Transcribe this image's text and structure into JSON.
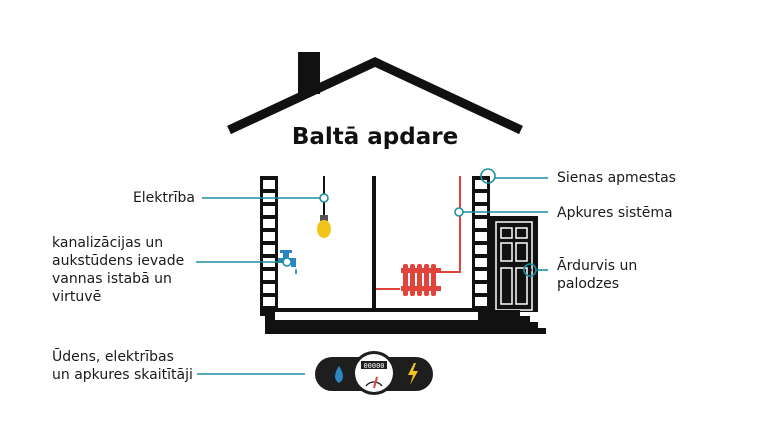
{
  "title": "Baltā apdare",
  "labels": {
    "electricity": [
      "Elektrība"
    ],
    "sewage": [
      "kanalizācijas un",
      "aukstūdens ievade",
      "vannas istabā un",
      "virtuvē"
    ],
    "walls": [
      "Sienas apmestas"
    ],
    "heating": [
      "Apkures sistēma"
    ],
    "door": [
      "Ārdurvis un",
      "palodzes"
    ],
    "meters": [
      "Ūdens, elektrības",
      "un apkures skaitītāji"
    ]
  },
  "colors": {
    "accent": "#1c8fa0",
    "dark": "#111111",
    "radiator": "#e0443a",
    "bulb": "#f2c318",
    "water": "#2e86c1",
    "bolt": "#f2c318",
    "meter_bg": "#1e1e1e"
  },
  "icons": [
    "house-diagram",
    "light-bulb-icon",
    "water-tap-icon",
    "radiator-icon",
    "front-door-icon",
    "water-drop-icon",
    "meter-gauge-icon",
    "lightning-icon"
  ],
  "meter_digits": "00000"
}
